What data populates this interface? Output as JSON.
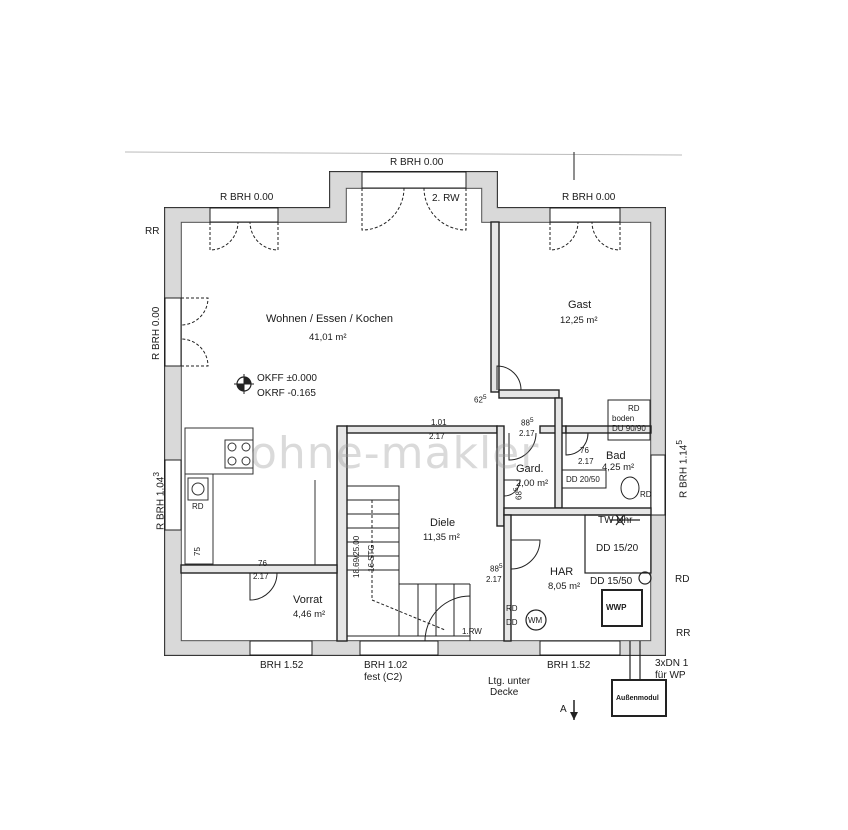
{
  "watermark": "ohne-makler",
  "walls_labels": {
    "top_center": "R BRH 0.00",
    "top_left": "R BRH 0.00",
    "top_right": "R BRH 0.00",
    "top_door": "2. RW",
    "left_upper": "R BRH 0.00",
    "left_lower": "R BRH 1.04",
    "left_lower_sup": "3",
    "right": "R BRH 1.14",
    "right_sup": "5",
    "rr_top": "RR",
    "rr_bottom": "RR",
    "bottom_left": "BRH 1.52",
    "bottom_center": "BRH 1.02",
    "bottom_center_note": "fest (C2)",
    "bottom_right": "BRH 1.52",
    "ltg_line1": "Ltg. unter",
    "ltg_line2": "Decke",
    "dn_line1": "3xDN 1",
    "dn_line2": "für WP",
    "outdoor_unit": "Außenmodul",
    "section_marker": "A"
  },
  "rooms": {
    "wohnen": {
      "name": "Wohnen / Essen / Kochen",
      "area": "41,01 m²"
    },
    "gast": {
      "name": "Gast",
      "area": "12,25 m²"
    },
    "bad": {
      "name": "Bad",
      "area": "4,25 m²"
    },
    "gard": {
      "name": "Gard.",
      "area": "2,00 m²"
    },
    "diele": {
      "name": "Diele",
      "area": "11,35 m²"
    },
    "har": {
      "name": "HAR",
      "area": "8,05 m²"
    },
    "vorrat": {
      "name": "Vorrat",
      "area": "4,46 m²"
    }
  },
  "levels": {
    "okff": "OKFF ±0.000",
    "okrf": "OKRF -0.165"
  },
  "openings": {
    "living_opening_w": "1.01",
    "living_opening_h": "2.17",
    "gast_door_w": "62",
    "gast_door_sup": "5",
    "diele_door_w": "88",
    "diele_door_sup": "5",
    "diele_door_h": "2.17",
    "bad_door_w": "76",
    "bad_door_h": "2.17",
    "gard_door_w": "68",
    "gard_door_sup": "5",
    "har_door_w": "88",
    "har_door_sup": "5",
    "har_door_h": "2.17",
    "vorrat_door_w": "76",
    "vorrat_door_h": "2.17",
    "kitchen_dim": "75"
  },
  "fixtures": {
    "rd": "RD",
    "rd_boden": "RD",
    "boden": "boden",
    "du": "DU 90/90",
    "dd_20_50": "DD 20/50",
    "tw_uhr": "TW Uhr",
    "dd_15_20": "DD 15/20",
    "dd_15_50": "DD 15/50",
    "wm": "WM",
    "wwp": "WWP",
    "dd": "DD",
    "stair_line1": "18.69/25.00",
    "stair_line2": "16 STG",
    "stair_rw": "1.RW"
  }
}
